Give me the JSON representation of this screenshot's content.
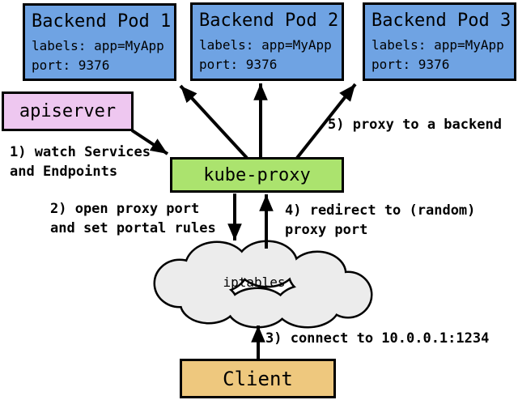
{
  "colors": {
    "pod_fill": "#6FA3E3",
    "apiserver_fill": "#EEC7F0",
    "kube_proxy_fill": "#ABE36E",
    "client_fill": "#EEC87E",
    "cloud_fill": "#ECECEC",
    "border": "#000000",
    "background": "#FFFFFF"
  },
  "pods": [
    {
      "title": "Backend Pod 1",
      "labels_line": "labels: app=MyApp",
      "port_line": "port: 9376"
    },
    {
      "title": "Backend Pod 2",
      "labels_line": "labels: app=MyApp",
      "port_line": "port: 9376"
    },
    {
      "title": "Backend Pod 3",
      "labels_line": "labels: app=MyApp",
      "port_line": "port: 9376"
    }
  ],
  "nodes": {
    "apiserver": "apiserver",
    "kube_proxy": "kube-proxy",
    "iptables": "iptables",
    "client": "Client"
  },
  "annotations": {
    "step1": "1) watch Services\nand Endpoints",
    "step2": "2) open proxy port\nand set portal rules",
    "step3": "3) connect to 10.0.0.1:1234",
    "step4": "4) redirect to (random)\nproxy port",
    "step5": "5) proxy to a backend"
  }
}
